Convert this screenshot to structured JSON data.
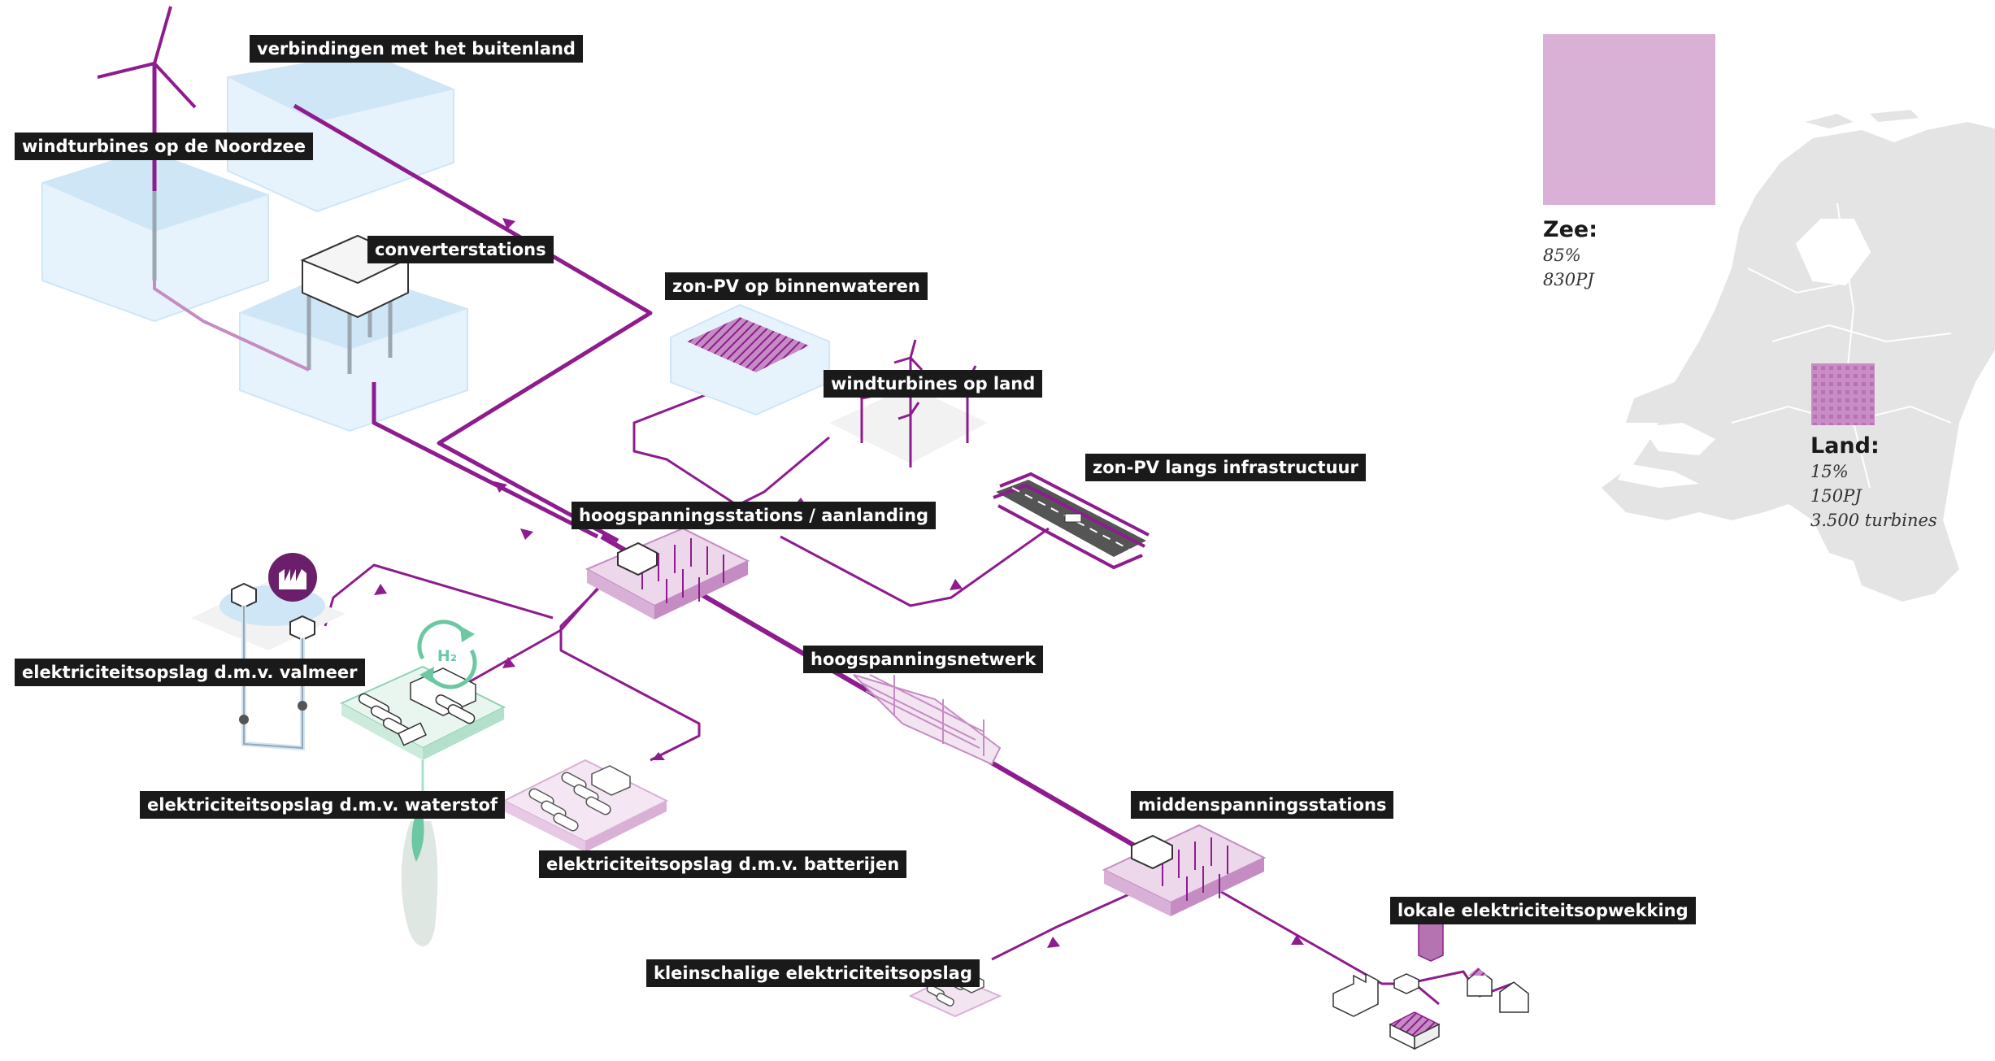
{
  "labels": {
    "verbindingen": "verbindingen met het buitenland",
    "windturbines_noordzee": "windturbines op de Noordzee",
    "converterstations": "converterstations",
    "zon_pv_binnenwateren": "zon-PV op binnenwateren",
    "windturbines_land": "windturbines op land",
    "zon_pv_infrastructuur": "zon-PV langs infrastructuur",
    "hoogspanningsstations": "hoogspanningsstations  / aanlanding",
    "valmeer": "elektriciteitsopslag d.m.v. valmeer",
    "hoogspanningsnetwerk": "hoogspanningsnetwerk",
    "waterstof": "elektriciteitsopslag d.m.v. waterstof",
    "batterijen": "elektriciteitsopslag d.m.v. batterijen",
    "middenspanningsstations": "middenspanningsstations",
    "lokale": "lokale elektriciteitsopwekking",
    "kleinschalige": "kleinschalige elektriciteitsopslag"
  },
  "h2_label": "H₂",
  "legend": {
    "zee": {
      "title": "Zee:",
      "percent": "85%",
      "energy": "830PJ"
    },
    "land": {
      "title": "Land:",
      "percent": "15%",
      "energy": "150PJ",
      "turbines": "3.500 turbines"
    }
  },
  "colors": {
    "accent": "#8e1c8e",
    "sea_square": "#d9b0d6",
    "land_square": "#c98cc5",
    "map": "#e4e4e4",
    "water": "#cfe6f7"
  }
}
